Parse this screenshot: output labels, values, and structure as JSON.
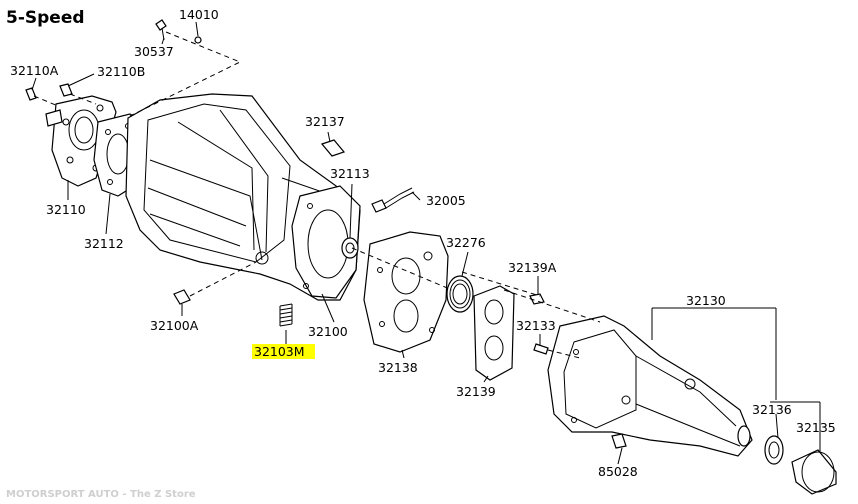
{
  "title": "5-Speed",
  "footer": "MOTORSPORT AUTO - The Z Store",
  "highlight_color": "#ffff00",
  "labels": {
    "p14010": "14010",
    "p30537": "30537",
    "p32110A": "32110A",
    "p32110B": "32110B",
    "p32110": "32110",
    "p32112": "32112",
    "p32100A": "32100A",
    "p32103M": "32103M",
    "p32100": "32100",
    "p32137": "32137",
    "p32113": "32113",
    "p32005": "32005",
    "p32276": "32276",
    "p32139A": "32139A",
    "p32133": "32133",
    "p32138": "32138",
    "p32139": "32139",
    "p32130": "32130",
    "p32136": "32136",
    "p32135": "32135",
    "p85028": "85028"
  }
}
